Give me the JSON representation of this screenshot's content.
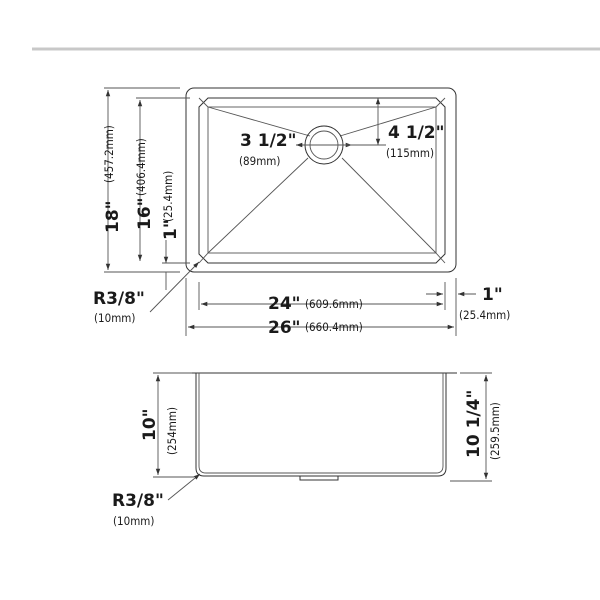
{
  "top_view": {
    "overall_depth": {
      "imperial": "18\"",
      "metric": "(457.2mm)"
    },
    "inner_depth": {
      "imperial": "16\"",
      "metric": "(406.4mm)"
    },
    "rim_depth": {
      "imperial": "1\"",
      "metric": "(25.4mm)"
    },
    "drain_diameter": {
      "imperial": "3 1/2\"",
      "metric": "(89mm)"
    },
    "drain_offset": {
      "imperial": "4 1/2\"",
      "metric": "(115mm)"
    },
    "inner_width": {
      "imperial": "24\"",
      "metric": "(609.6mm)"
    },
    "overall_width": {
      "imperial": "26\"",
      "metric": "(660.4mm)"
    },
    "rim_width": {
      "imperial": "1\"",
      "metric": "(25.4mm)"
    },
    "corner_radius": {
      "imperial": "R3/8\"",
      "metric": "(10mm)"
    }
  },
  "side_view": {
    "bowl_depth": {
      "imperial": "10\"",
      "metric": "(254mm)"
    },
    "overall_depth": {
      "imperial": "10 1/4\"",
      "metric": "(259.5mm)"
    },
    "corner_radius": {
      "imperial": "R3/8\"",
      "metric": "(10mm)"
    }
  }
}
